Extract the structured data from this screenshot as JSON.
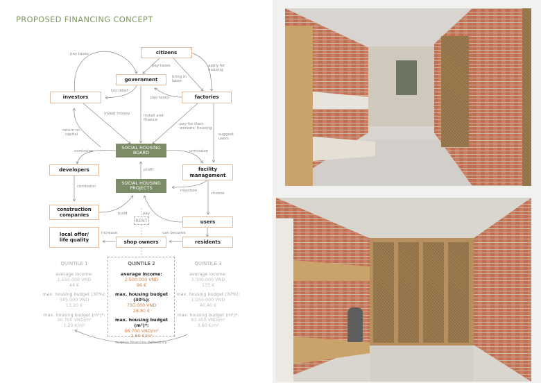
{
  "title": "PROPOSED FINANCING CONCEPT",
  "nodes": {
    "citizens": "citizens",
    "government": "government",
    "investors": "investors",
    "factories": "factories",
    "board": "SOCIAL HOUSING BOARD",
    "developers": "developers",
    "facility": "facility management",
    "projects": "SOCIAL HOUSING PROJECTS",
    "construction": "construction companies",
    "rent": "RENT",
    "users": "users",
    "local_offer": "local offer/ life quality",
    "shop_owners": "shop owners",
    "residents": "residents"
  },
  "edges": {
    "pay_taxes_investors": "pay taxes",
    "pay_taxes_citizens": "pay taxes",
    "apply_for_housing": "apply for housing",
    "bring_in_labor": "bring in labor",
    "tax_relief": "tax relief",
    "pay_taxes_factories": "pay taxes",
    "invest_money": "invest money",
    "install_finance": "install and finance",
    "pay_workers": "pay for their workers' housing",
    "return_capital": "return on capital",
    "suggest_users": "suggest users",
    "comission_left": "comission",
    "comission_right": "comission",
    "profit": "profit",
    "comission_dev": "comission",
    "maintain": "maintain",
    "choose": "choose",
    "build": "build",
    "pay": "pay",
    "increase": "increase",
    "can_become": "can become",
    "surplus": "surplus finances deficiency"
  },
  "quintiles": [
    {
      "title": "QUINTILE 1",
      "income_label": "average income:",
      "income_vnd": "1.150.000 VND",
      "income_eur": "44 €",
      "budget_label": "max. housing budget (30%):",
      "budget_vnd": "345.000 VND",
      "budget_eur": "13,20 €",
      "m2_label": "max. housing budget (m²)*:",
      "m2_vnd": "30.700 VND/m²",
      "m2_eur": "1,20 €/m²"
    },
    {
      "title": "QUINTILE 2",
      "income_label": "average income:",
      "income_vnd": "2.500.000 VND",
      "income_eur": "96 €",
      "budget_label": "max. housing budget (30%):",
      "budget_vnd": "750.000 VND",
      "budget_eur": "28,80 €",
      "m2_label": "max. housing budget (m²)*:",
      "m2_vnd": "66.700 VND/m²",
      "m2_eur": "2,60 €/m²"
    },
    {
      "title": "QUINTILE 3",
      "income_label": "average income:",
      "income_vnd": "3.500.000 VND",
      "income_eur": "135 €",
      "budget_label": "max. housing budget (30%):",
      "budget_vnd": "1.050.000 VND",
      "budget_eur": "40,40 €",
      "m2_label": "max. housing budget (m²)*:",
      "m2_vnd": "93.400 VND/m²",
      "m2_eur": "3,60 €/m²"
    }
  ],
  "colors": {
    "accent_green": "#7c8c66",
    "box_border": "#e3b998",
    "highlight": "#d07f4a"
  }
}
